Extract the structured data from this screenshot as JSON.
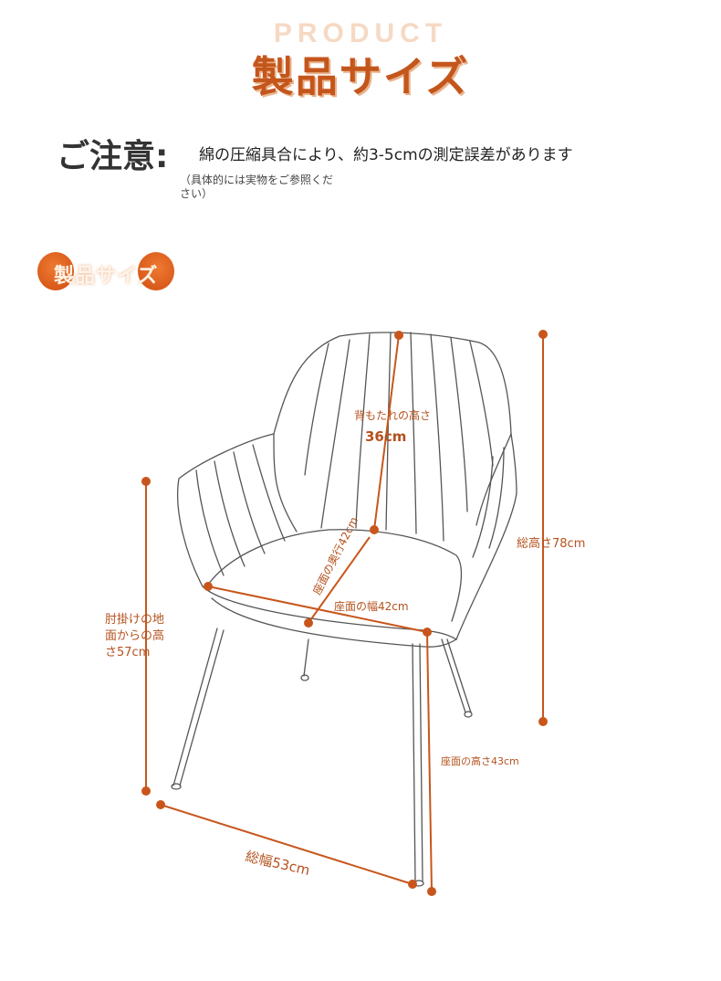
{
  "banner": {
    "ghost_text": "PRODUCT SIZE",
    "title": "製品サイズ"
  },
  "notice": {
    "label": "ご注意:",
    "text": "綿の圧縮具合により、約3-5cmの測定誤差があります",
    "subtext": "（具体的には実物をご参照ください）"
  },
  "section": {
    "label": "製品サイズ"
  },
  "dimensions": {
    "backrest_height_label": "背もたれの高さ",
    "backrest_height_value": "36cm",
    "total_height": "総高さ78cm",
    "seat_depth": "座面の奥行42cm",
    "seat_width": "座面の幅42cm",
    "armrest_height_line1": "肘掛けの地",
    "armrest_height_line2": "面からの高",
    "armrest_height_line3": "さ57cm",
    "seat_height": "座面の高さ43cm",
    "total_width": "総幅53cm"
  },
  "colors": {
    "accent": "#c4561c",
    "dimension_line": "#c8561c",
    "sketch_line": "#555555"
  }
}
